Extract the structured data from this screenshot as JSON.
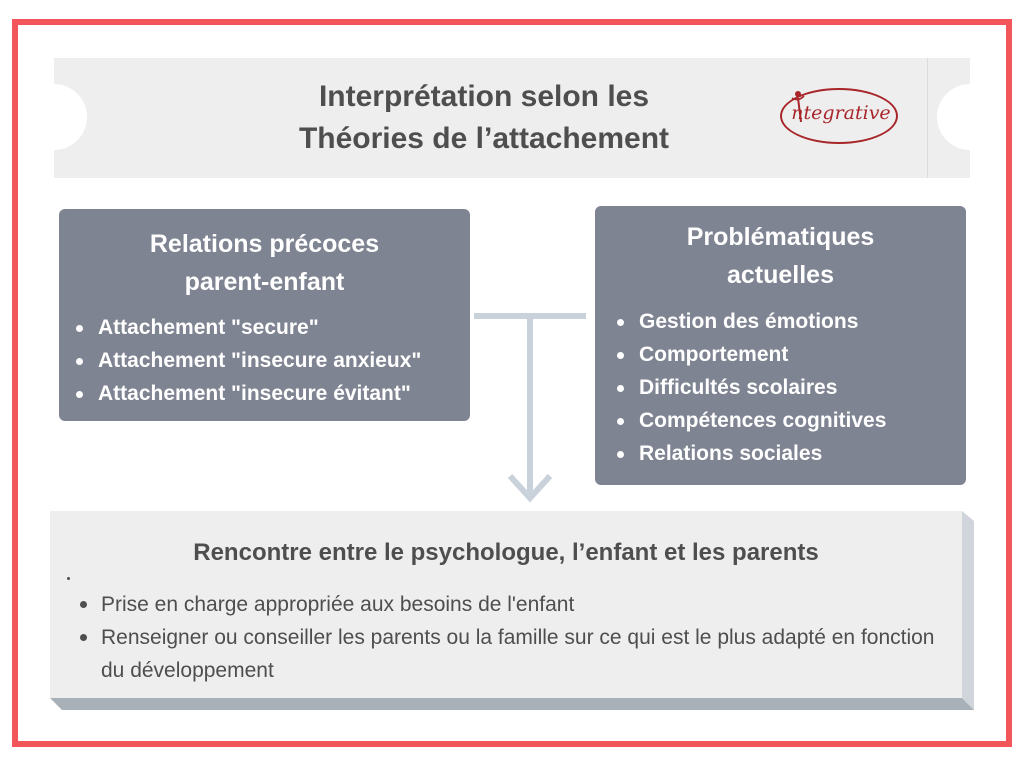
{
  "header": {
    "title_line1": "Interprétation selon les",
    "title_line2": "Théories de l’attachement",
    "logo_text": "ntegrative"
  },
  "left_box": {
    "title_line1": "Relations précoces",
    "title_line2": "parent-enfant",
    "items": [
      "Attachement \"secure\"",
      "Attachement \"insecure anxieux\"",
      "Attachement \"insecure évitant\""
    ]
  },
  "right_box": {
    "title_line1": "Problématiques",
    "title_line2": "actuelles",
    "items": [
      "Gestion des émotions",
      "Comportement",
      "Difficultés scolaires",
      "Compétences cognitives",
      "Relations sociales"
    ]
  },
  "bottom_box": {
    "title": "Rencontre entre le psychologue, l’enfant et les parents",
    "items": [
      "Prise en charge appropriée aux besoins de l'enfant",
      "Renseigner ou conseiller les parents ou la famille sur ce qui est le plus adapté en fonction du développement"
    ]
  },
  "colors": {
    "frame": "#f2565a",
    "box_fill": "#7f8492",
    "banner_fill": "#eeeeee",
    "text_dark": "#4e4e4e",
    "connector": "#c9d2da",
    "logo": "#a8262a"
  }
}
